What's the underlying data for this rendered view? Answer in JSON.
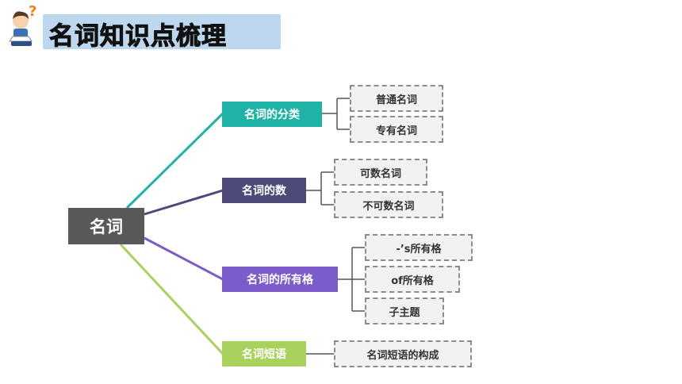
{
  "header": {
    "title": "名词知识点梳理"
  },
  "diagram": {
    "root": "名词",
    "branches": [
      {
        "label": "名词的分类",
        "color": "#1fb2a6",
        "children": [
          "普通名词",
          "专有名词"
        ]
      },
      {
        "label": "名词的数",
        "color": "#4e4a78",
        "children": [
          "可数名词",
          "不可数名词"
        ]
      },
      {
        "label": "名词的所有格",
        "color": "#7b5cc8",
        "children": [
          "-’s所有格",
          "of所有格",
          "子主题"
        ]
      },
      {
        "label": "名词短语",
        "color": "#a9d15e",
        "children": [
          "名词短语的构成"
        ]
      }
    ]
  },
  "colors": {
    "root": "#595959",
    "title_bg": "#bdd7ee",
    "leaf_border": "#8c8c8c",
    "leaf_bg": "#f2f2f2"
  }
}
